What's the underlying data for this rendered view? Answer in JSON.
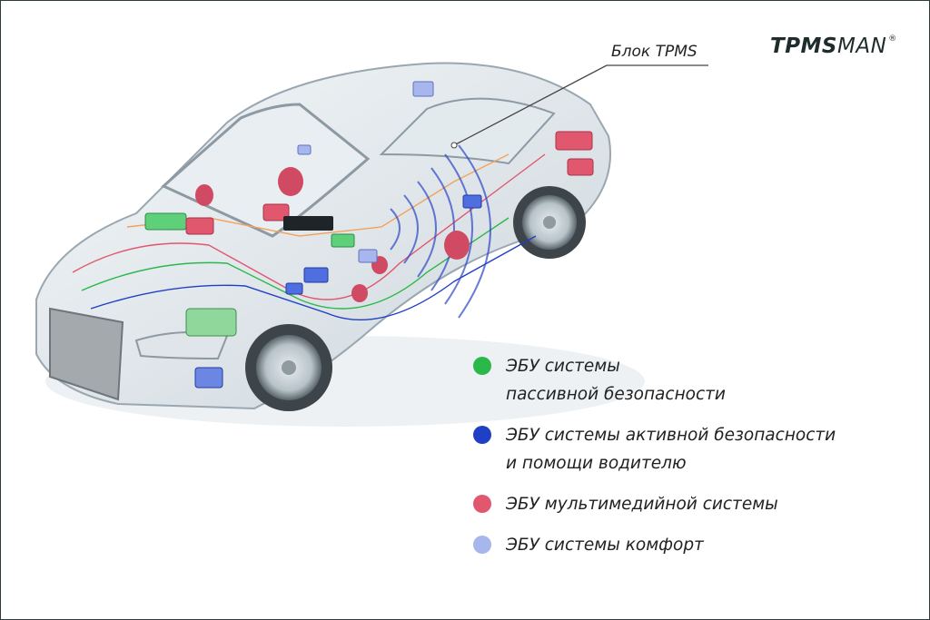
{
  "brand": {
    "bold": "TPMS",
    "light": "MAN",
    "mark": "®"
  },
  "callout": {
    "label": "Блок TPMS"
  },
  "legend": [
    {
      "lines": [
        "ЭБУ системы",
        "пассивной безопасности"
      ],
      "color": "#2bb84a"
    },
    {
      "lines": [
        "ЭБУ системы активной безопасности",
        "и помощи водителю"
      ],
      "color": "#1f3fc4"
    },
    {
      "lines": [
        "ЭБУ мультимедийной системы"
      ],
      "color": "#e0576e"
    },
    {
      "lines": [
        "ЭБУ системы комфорт"
      ],
      "color": "#a8b6ee"
    }
  ]
}
